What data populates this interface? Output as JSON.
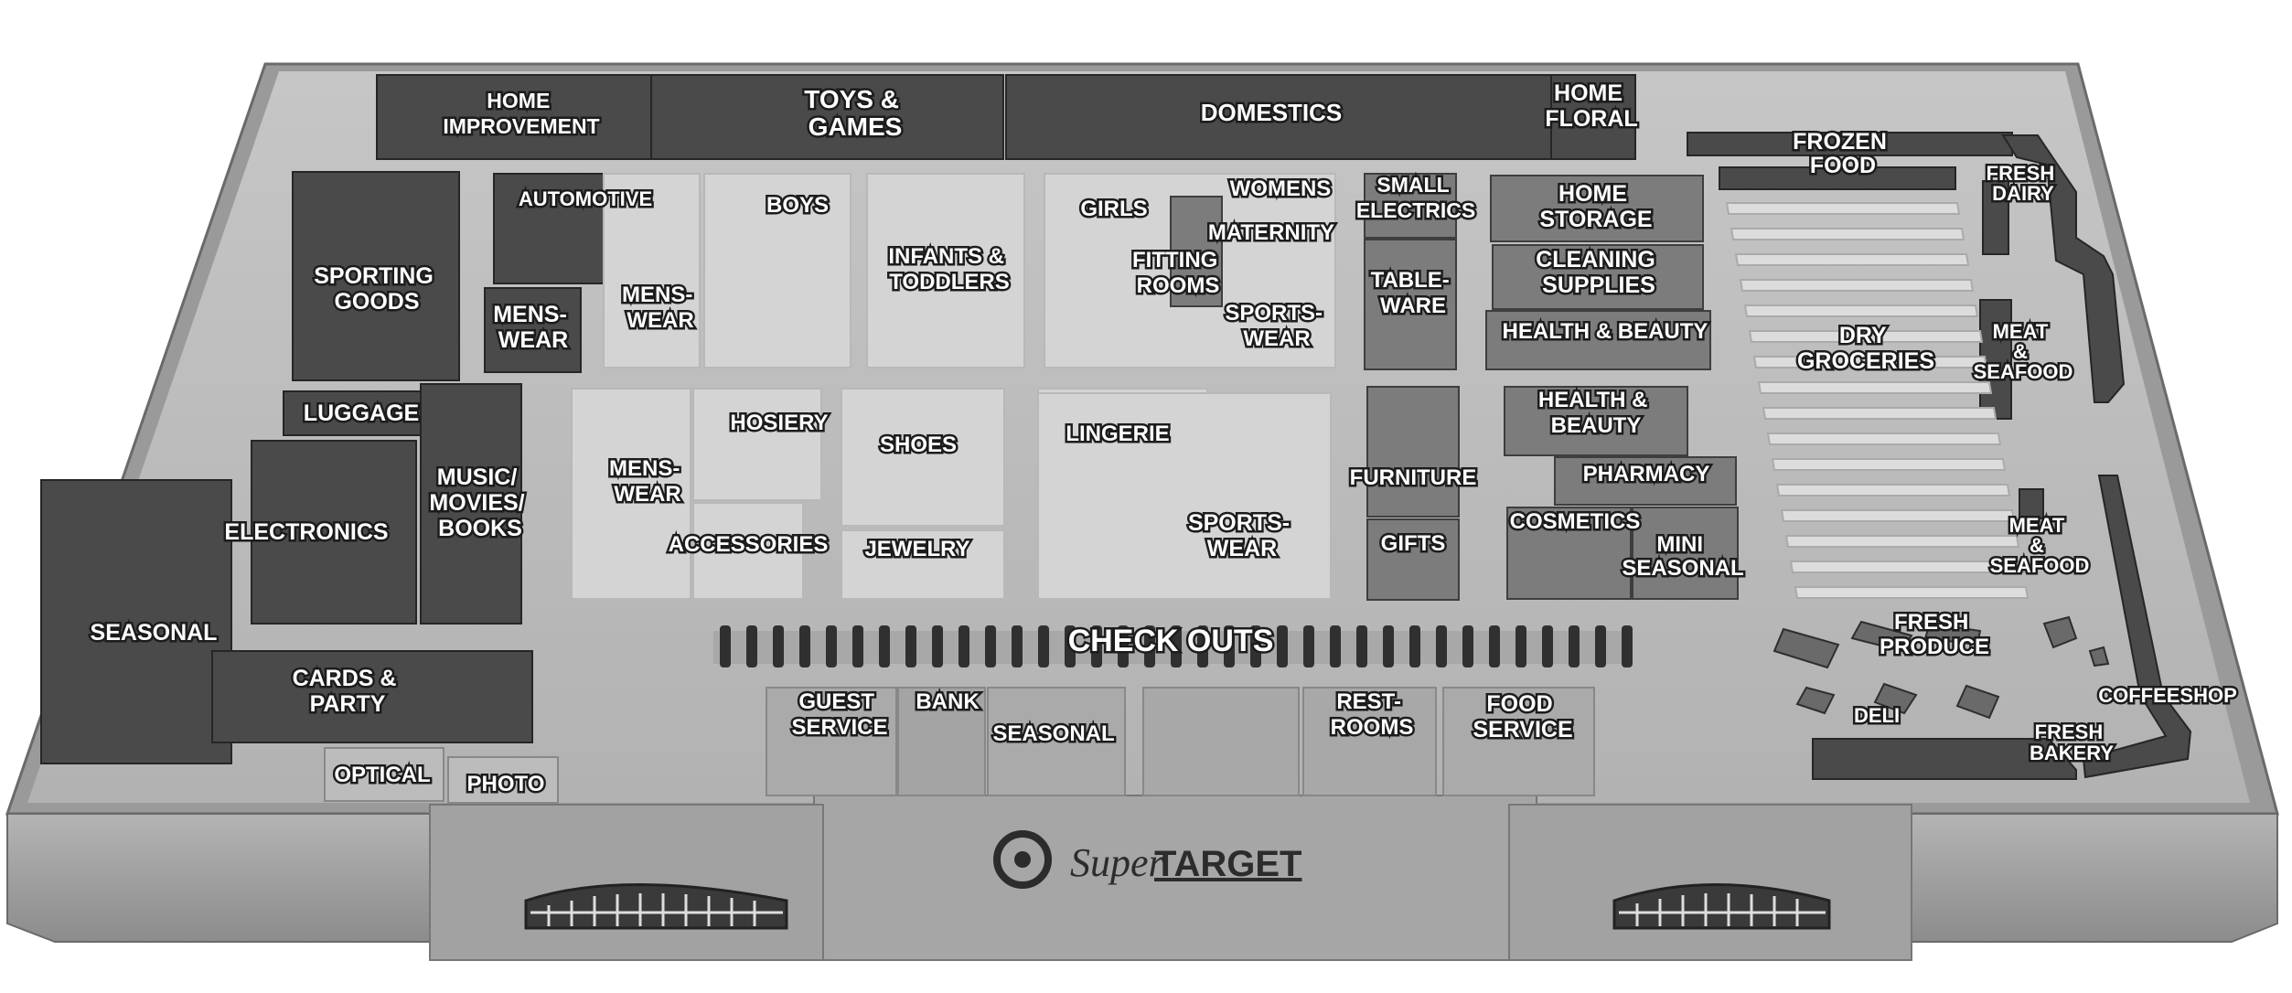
{
  "map": {
    "brand": {
      "prefix": "Super",
      "name": "TARGET"
    },
    "departments": {
      "home_improvement": [
        "HOME",
        "IMPROVEMENT"
      ],
      "toys_games": [
        "TOYS &",
        "GAMES"
      ],
      "domestics": [
        "DOMESTICS"
      ],
      "home_floral": [
        "HOME",
        "FLORAL"
      ],
      "frozen_food": [
        "FROZEN",
        "FOOD"
      ],
      "fresh_dairy": [
        "FRESH",
        "DAIRY"
      ],
      "automotive": [
        "AUTOMOTIVE"
      ],
      "boys": [
        "BOYS"
      ],
      "infants_toddlers": [
        "INFANTS &",
        "TODDLERS"
      ],
      "girls": [
        "GIRLS"
      ],
      "womens": [
        "WOMENS"
      ],
      "maternity": [
        "MATERNITY"
      ],
      "fitting_rooms": [
        "FITTING",
        "ROOMS"
      ],
      "sportswear_upper": [
        "SPORTS-",
        "WEAR"
      ],
      "small_electrics": [
        "SMALL",
        "ELECTRICS"
      ],
      "tableware": [
        "TABLE-",
        "WARE"
      ],
      "home_storage": [
        "HOME",
        "STORAGE"
      ],
      "cleaning_supplies": [
        "CLEANING",
        "SUPPLIES"
      ],
      "health_beauty_upper": [
        "HEALTH & BEAUTY"
      ],
      "dry_groceries": [
        "DRY",
        "GROCERIES"
      ],
      "meat_seafood_upper": [
        "MEAT",
        "&",
        "SEAFOOD"
      ],
      "sporting_goods": [
        "SPORTING",
        "GOODS"
      ],
      "menswear_upper_left": [
        "MENS-",
        "WEAR"
      ],
      "menswear_upper_right": [
        "MENS-",
        "WEAR"
      ],
      "luggage": [
        "LUGGAGE"
      ],
      "electronics": [
        "ELECTRONICS"
      ],
      "music_movies_books": [
        "MUSIC/",
        "MOVIES/",
        "BOOKS"
      ],
      "menswear_lower": [
        "MENS-",
        "WEAR"
      ],
      "hosiery": [
        "HOSIERY"
      ],
      "shoes": [
        "SHOES"
      ],
      "lingerie": [
        "LINGERIE"
      ],
      "accessories": [
        "ACCESSORIES"
      ],
      "jewelry": [
        "JEWELRY"
      ],
      "sportswear_lower": [
        "SPORTS-",
        "WEAR"
      ],
      "furniture": [
        "FURNITURE"
      ],
      "gifts": [
        "GIFTS"
      ],
      "health_beauty_lower": [
        "HEALTH &",
        "BEAUTY"
      ],
      "pharmacy": [
        "PHARMACY"
      ],
      "cosmetics": [
        "COSMETICS"
      ],
      "mini_seasonal": [
        "MINI",
        "SEASONAL"
      ],
      "meat_seafood_lower": [
        "MEAT",
        "&",
        "SEAFOOD"
      ],
      "seasonal_left": [
        "SEASONAL"
      ],
      "check_outs": [
        "CHECK OUTS"
      ],
      "fresh_produce": [
        "FRESH",
        "PRODUCE"
      ],
      "cards_party": [
        "CARDS &",
        "PARTY"
      ],
      "guest_service": [
        "GUEST",
        "SERVICE"
      ],
      "bank": [
        "BANK"
      ],
      "seasonal_front": [
        "SEASONAL"
      ],
      "restrooms": [
        "REST-",
        "ROOMS"
      ],
      "food_service": [
        "FOOD",
        "SERVICE"
      ],
      "deli": [
        "DELI"
      ],
      "coffeeshop": [
        "COFFEESHOP"
      ],
      "fresh_bakery": [
        "FRESH",
        "BAKERY"
      ],
      "optical": [
        "OPTICAL"
      ],
      "photo": [
        "PHOTO"
      ]
    }
  }
}
